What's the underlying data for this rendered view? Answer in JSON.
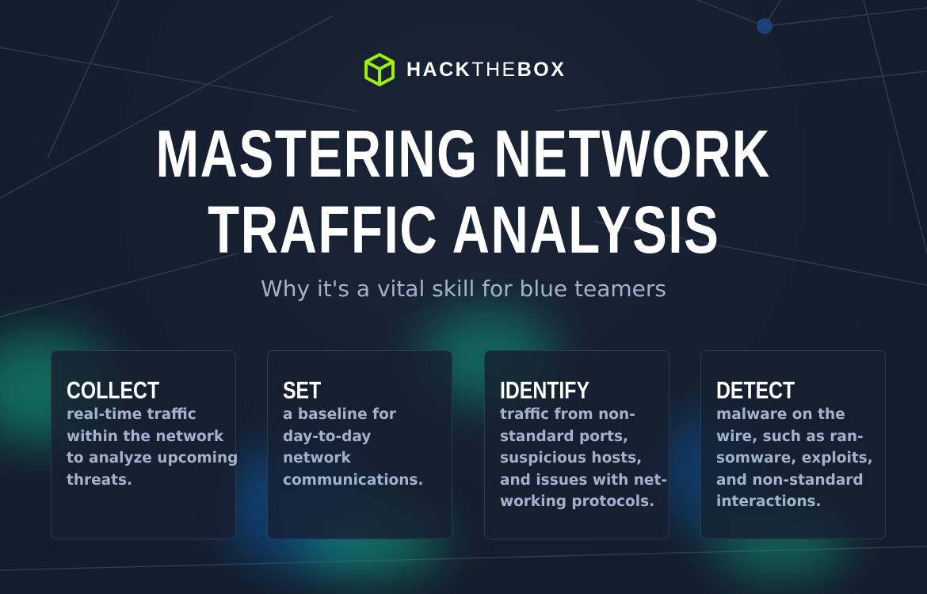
{
  "brand": {
    "name_bold_1": "HACK",
    "name_thin": "THE",
    "name_bold_2": "BOX",
    "accent": "#9fef00"
  },
  "title": {
    "line1": "MASTERING NETWORK",
    "line2": "TRAFFIC ANALYSIS"
  },
  "subtitle": "Why it's a vital skill for blue teamers",
  "cards": [
    {
      "heading": "COLLECT",
      "body": "real-time traffic within the network to analyze upcoming threats."
    },
    {
      "heading": "SET",
      "body": "a baseline for day-to-day network communications."
    },
    {
      "heading": "IDENTIFY",
      "body": "traffic from non-standard ports, suspicious hosts, and issues with net-working protocols."
    },
    {
      "heading": "DETECT",
      "body": "malware on the wire, such as ran-somware, exploits, and non-standard interactions."
    }
  ]
}
